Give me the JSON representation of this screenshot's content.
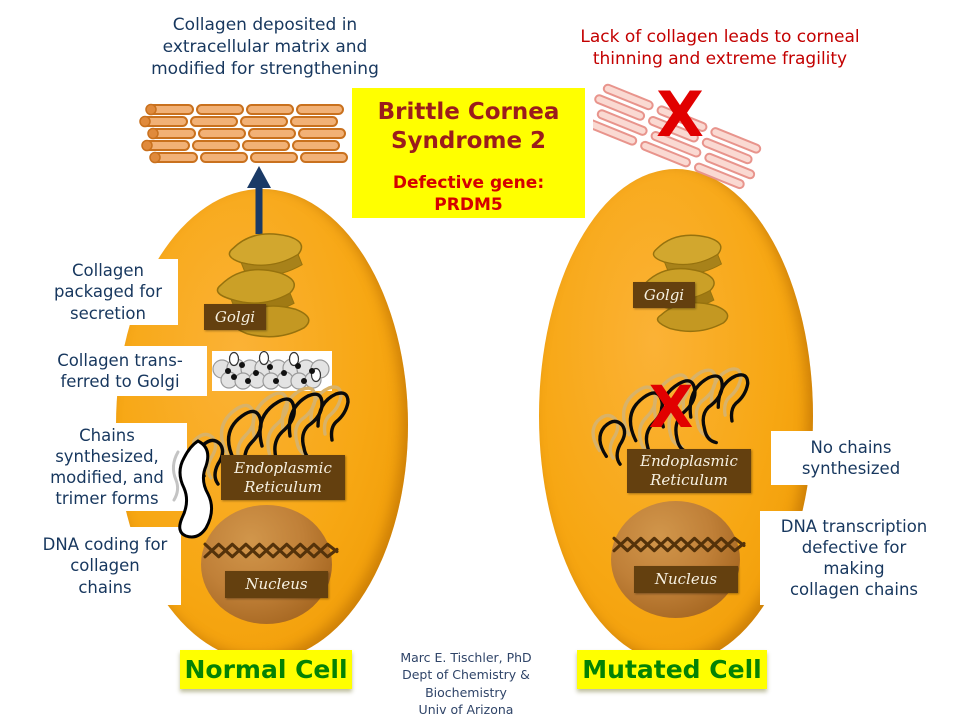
{
  "colors": {
    "navy_text": "#17375E",
    "red_text": "#C30000",
    "title_dark_red": "#9B1C1C",
    "gene_red": "#D40000",
    "cell_orange": "#F7A713",
    "label_brown": "#64400F",
    "cell_name_green": "#048204",
    "highlight_yellow": "#FFFF00",
    "x_mark_red": "#E10000"
  },
  "captions": {
    "top_left": "Collagen deposited in\nextracellular matrix and\nmodified for strengthening",
    "top_right": "Lack of collagen leads to corneal\nthinning and extreme fragility"
  },
  "title_box": {
    "title": "Brittle Cornea\nSyndrome 2",
    "subtitle": "Defective gene:\nPRDM5"
  },
  "x_mark": "X",
  "normal_cell": {
    "name": "Normal Cell",
    "labels": {
      "packaged": "Collagen\npackaged for\nsecretion",
      "transferred": "Collagen trans-\nferred to Golgi",
      "chains": "Chains\nsynthesized,\nmodified, and\ntrimer forms",
      "dna": "DNA coding for\ncollagen\nchains"
    },
    "organelles": {
      "golgi": "Golgi",
      "er": "Endoplasmic\nReticulum",
      "nucleus": "Nucleus"
    }
  },
  "mutated_cell": {
    "name": "Mutated Cell",
    "labels": {
      "no_chains": "No chains\nsynthesized",
      "dna": "DNA transcription\ndefective for\nmaking\ncollagen chains"
    },
    "organelles": {
      "golgi": "Golgi",
      "er": "Endoplasmic\nReticulum",
      "nucleus": "Nucleus"
    }
  },
  "credit": "Marc  E.  Tischler,  PhD\nDept of Chemistry &\nBiochemistry\nUniv of Arizona"
}
